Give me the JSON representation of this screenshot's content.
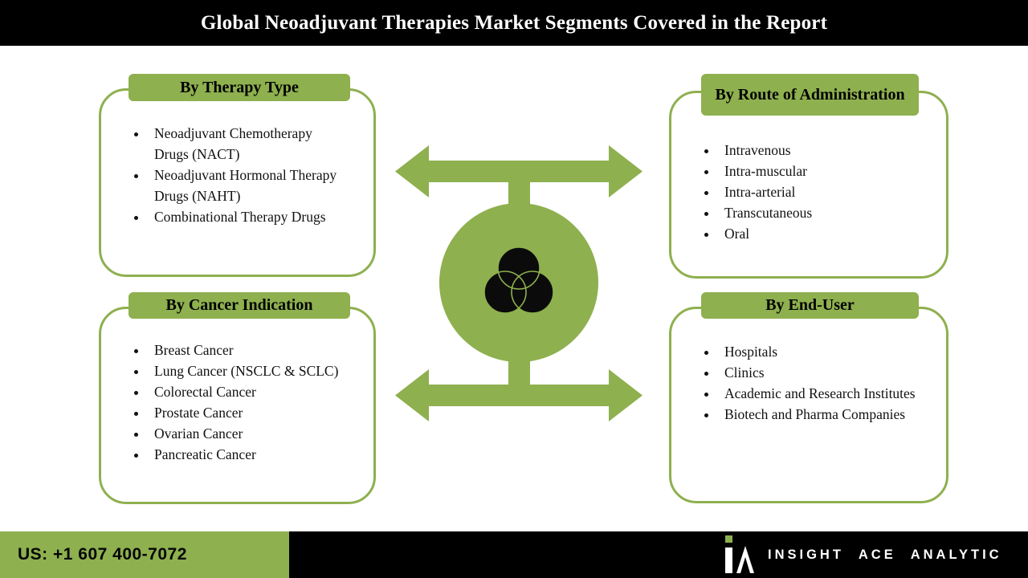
{
  "header": {
    "title": "Global Neoadjuvant Therapies Market Segments Covered in the Report"
  },
  "panels": [
    {
      "title": "By Therapy Type",
      "items": [
        "Neoadjuvant Chemotherapy Drugs (NACT)",
        "Neoadjuvant Hormonal Therapy Drugs (NAHT)",
        "Combinational Therapy Drugs"
      ]
    },
    {
      "title": "By Route of Administration",
      "items": [
        "Intravenous",
        "Intra-muscular",
        "Intra-arterial",
        "Transcutaneous",
        "Oral"
      ]
    },
    {
      "title": "By Cancer Indication",
      "items": [
        "Breast Cancer",
        "Lung Cancer (NSCLC & SCLC)",
        "Colorectal Cancer",
        "Prostate Cancer",
        "Ovarian Cancer",
        "Pancreatic Cancer"
      ]
    },
    {
      "title": "By End-User",
      "items": [
        "Hospitals",
        "Clinics",
        "Academic and Research Institutes",
        "Biotech and Pharma Companies"
      ]
    }
  ],
  "center": {
    "icon": "venn-circles-icon"
  },
  "footer": {
    "phone": "US: +1 607 400-7072",
    "brand": "INSIGHT ACE ANALYTIC"
  },
  "colors": {
    "accent_green": "#8eb04f",
    "bar_black": "#000000"
  }
}
